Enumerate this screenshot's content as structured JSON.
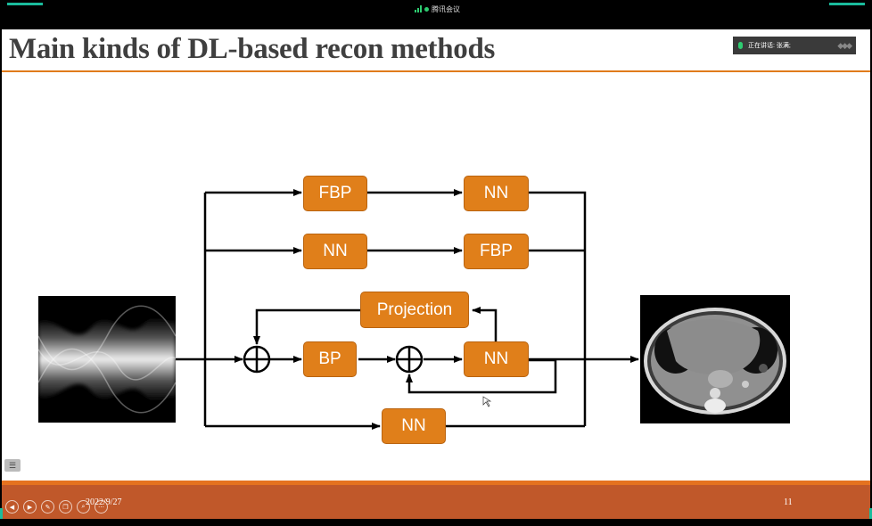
{
  "meeting": {
    "status_text": "腾讯会议"
  },
  "speaking": {
    "label": "正在讲话: 张满;"
  },
  "slide": {
    "title": "Main kinds of DL-based recon methods",
    "boxes": {
      "row1_fbp": "FBP",
      "row1_nn": "NN",
      "row2_nn": "NN",
      "row2_fbp": "FBP",
      "projection": "Projection",
      "bp": "BP",
      "row3_nn": "NN",
      "row4_nn": "NN"
    },
    "date": "2022/9/27",
    "page_number": "11"
  },
  "icons": {
    "menu": "list-icon",
    "controls": [
      "prev-icon",
      "next-icon",
      "pen-icon",
      "copy-icon",
      "zoom-icon",
      "more-icon"
    ]
  },
  "colors": {
    "box_fill": "#e07f1a",
    "accent_rule": "#e07b1b",
    "footer": "#c0582a"
  }
}
